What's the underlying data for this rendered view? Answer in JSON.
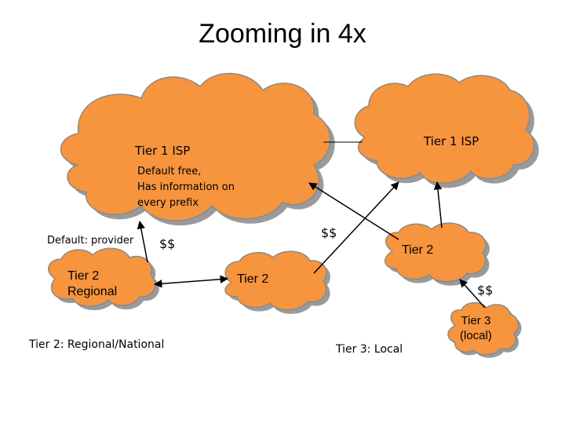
{
  "title": "Zooming in 4x",
  "colors": {
    "cloud_fill": "#F7943E",
    "cloud_stroke": "#8a8a8a",
    "shadow": "#9a9a9a",
    "line": "#000000"
  },
  "clouds": {
    "tier1_left": "Tier 1 ISP",
    "tier1_right": "Tier 1 ISP",
    "tier2_regional": "Tier 2\nRegional",
    "tier2_middle": "Tier 2",
    "tier2_right": "Tier 2",
    "tier3": "Tier 3\n(local)"
  },
  "notes": {
    "default_free": [
      "Default free,",
      "Has information on",
      "every prefix"
    ],
    "default_provider": "Default: provider",
    "tier2_regional_national": "Tier 2:  Regional/National",
    "tier3_local": "Tier 3: Local"
  },
  "payments": {
    "left": "$$",
    "middle": "$$",
    "right": "$$"
  }
}
